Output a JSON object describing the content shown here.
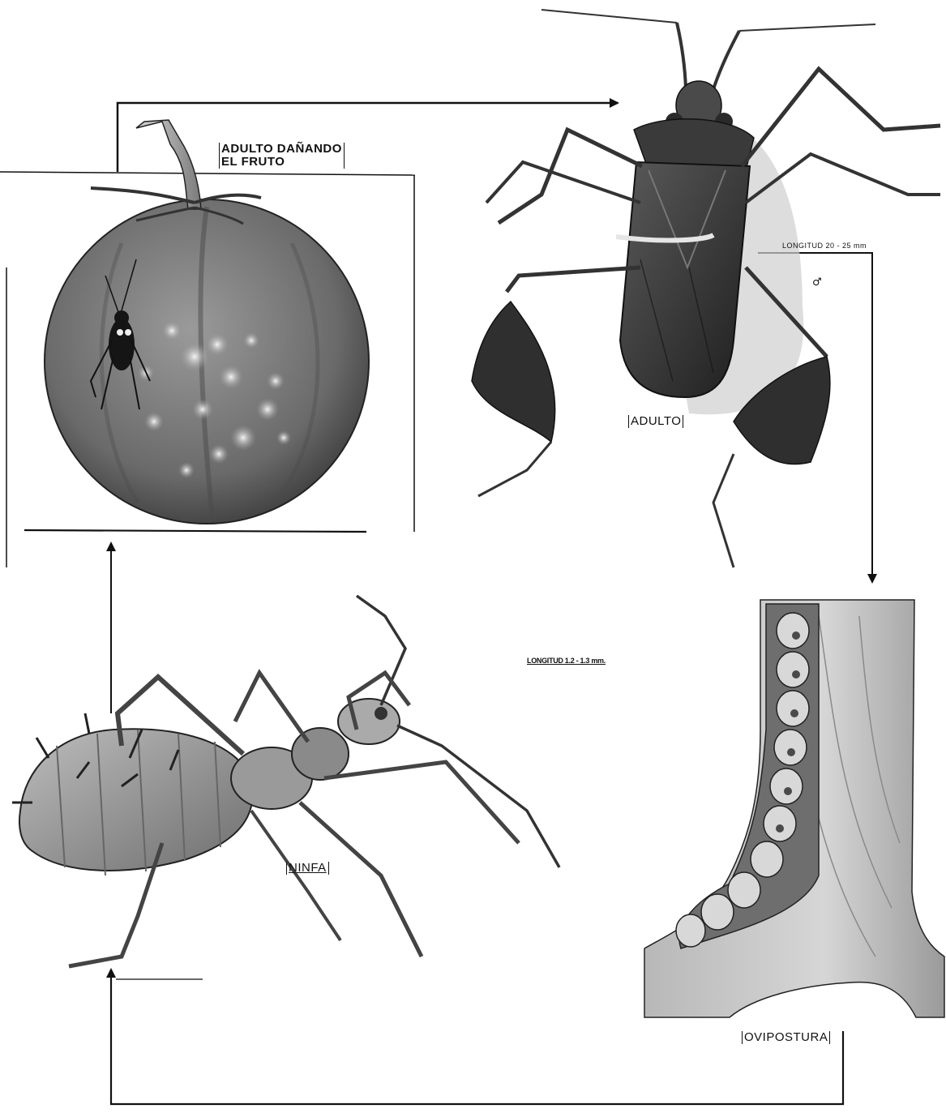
{
  "labels": {
    "adult_damaging_line1": "ADULTO DAÑANDO",
    "adult_damaging_line2": "EL FRUTO",
    "adult": "ADULTO",
    "adult_length": "LONGITUD 20 - 25 mm",
    "adult_sex_mark": "♂",
    "nymph": "NINFA",
    "nymph_length": "LONGITUD 1.2 - 1.3 mm.",
    "egg_laying": "OVIPOSTURA"
  },
  "colors": {
    "ink": "#111111",
    "shade_dark": "#3a3a3a",
    "shade_mid": "#8a8a8a",
    "shade_light": "#cfcfcf",
    "paper": "#ffffff"
  },
  "icons": [
    "arrow-right-icon",
    "arrow-down-icon",
    "arrow-up-icon"
  ]
}
